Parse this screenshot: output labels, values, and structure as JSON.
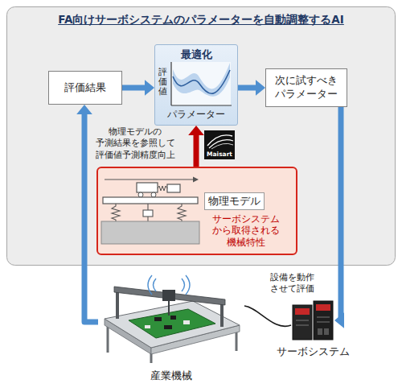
{
  "diagram": {
    "nodes": [
      {
        "text": [
          "FA向けサーボシステムのパラメーターを自動調整するAI"
        ]
      },
      {
        "text": [
          "評価結果"
        ],
        "in": 0
      },
      {
        "text": [
          "最適化",
          "評価値",
          "パラメーター"
        ],
        "in": 0
      },
      {
        "text": [
          "次に試すべき パラメーター"
        ],
        "in": 0
      },
      {
        "text": [
          "物理モデル",
          "サーボシステム から取得される 機械特性"
        ],
        "in": 0
      },
      {
        "text": [
          "サーボシステム"
        ]
      },
      {
        "text": [
          "産業機械"
        ]
      }
    ],
    "edges": [
      {
        "from": 1,
        "to": 2,
        "arrow": "to"
      },
      {
        "from": 2,
        "to": 3,
        "arrow": "to"
      },
      {
        "from": 3,
        "to": 5,
        "arrow": "to"
      },
      {
        "from": 6,
        "to": 1,
        "arrow": "to"
      },
      {
        "from": 4,
        "to": 2,
        "arrow": "to"
      },
      {
        "from": 5,
        "to": 6,
        "arrow": "none"
      }
    ],
    "labels": [
      "物理モデルの 予測結果を参照して 評価値予測精度向上",
      "Maisart",
      "設備を動作 させて評価"
    ]
  }
}
